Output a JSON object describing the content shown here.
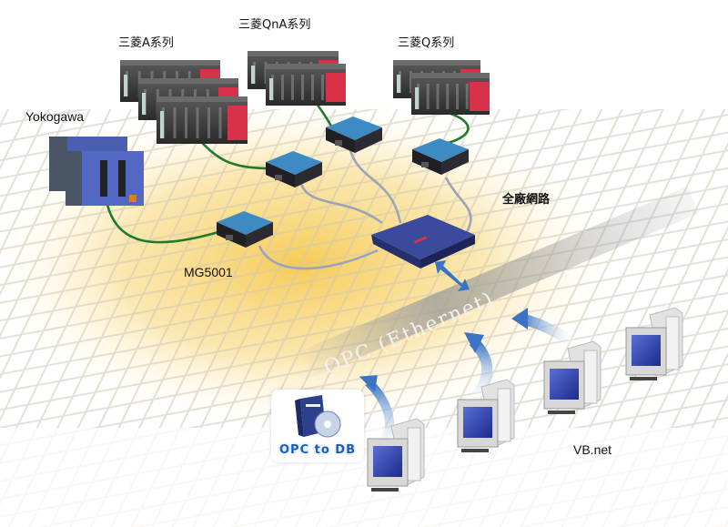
{
  "diagram": {
    "labels": {
      "mitsubishi_a": "三菱A系列",
      "mitsubishi_qna": "三菱QnA系列",
      "mitsubishi_q": "三菱Q系列",
      "yokogawa": "Yokogawa",
      "gateway": "MG5001",
      "plant_network": "全廠網路",
      "opc_ethernet": "OPC (Ethernet)",
      "vbnet": "VB.net"
    },
    "software_box": {
      "title": "OPC to DB"
    },
    "colors": {
      "serial_cable": "#1f7a2a",
      "ethernet_cable": "#9aa6b8",
      "plc_red": "#d8324a",
      "router_blue": "#3b4a9c",
      "arrow_blue": "#3a74c4",
      "floor_yellow": "#f7d77a"
    },
    "nodes": [
      {
        "id": "plc-a",
        "type": "PLC rack",
        "label_ref": "mitsubishi_a"
      },
      {
        "id": "plc-qna",
        "type": "PLC rack",
        "label_ref": "mitsubishi_qna"
      },
      {
        "id": "plc-q",
        "type": "PLC rack",
        "label_ref": "mitsubishi_q"
      },
      {
        "id": "plc-yokogawa",
        "type": "PLC rack",
        "label_ref": "yokogawa"
      },
      {
        "id": "gw-1",
        "type": "gateway"
      },
      {
        "id": "gw-2",
        "type": "gateway"
      },
      {
        "id": "gw-3",
        "type": "gateway"
      },
      {
        "id": "gw-4",
        "type": "gateway",
        "label_ref": "gateway"
      },
      {
        "id": "router",
        "type": "switch",
        "label_ref": "plant_network"
      },
      {
        "id": "hmi-1",
        "type": "panel pc"
      },
      {
        "id": "hmi-2",
        "type": "panel pc"
      },
      {
        "id": "hmi-3",
        "type": "panel pc"
      },
      {
        "id": "hmi-4",
        "type": "panel pc"
      }
    ]
  }
}
